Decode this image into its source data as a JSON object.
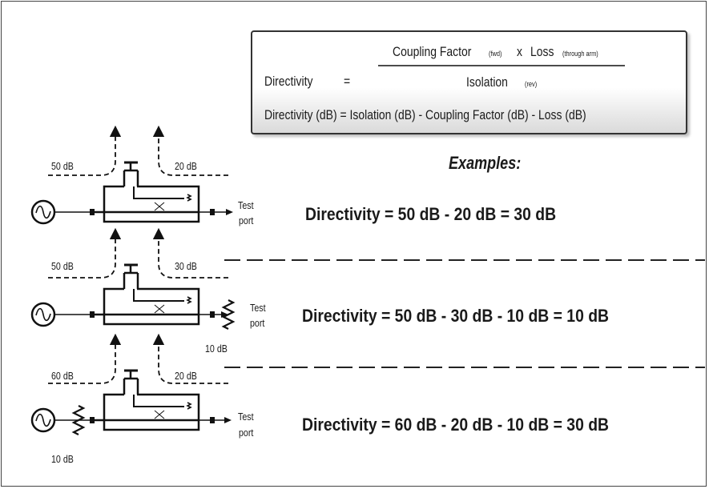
{
  "formula": {
    "lhs": "Directivity",
    "equals": "=",
    "numerator_coupling": "Coupling Factor",
    "numerator_fwd": "(fwd)",
    "numerator_x": "x",
    "numerator_loss": "Loss",
    "numerator_through": "(through arm)",
    "denominator_isolation": "Isolation",
    "denominator_rev": "(rev)",
    "db_formula": "Directivity (dB)  =  Isolation (dB) - Coupling Factor (dB) - Loss (dB)"
  },
  "examples_heading": "Examples:",
  "examples": [
    {
      "isolation_label": "50 dB",
      "coupling_label": "20 dB",
      "port_line1": "Test",
      "port_line2": "port",
      "loss_label": "",
      "equation": "Directivity = 50 dB - 20 dB = 30 dB"
    },
    {
      "isolation_label": "50 dB",
      "coupling_label": "30 dB",
      "port_line1": "Test",
      "port_line2": "port",
      "loss_label": "10 dB",
      "equation": "Directivity = 50 dB - 30 dB - 10 dB = 10 dB"
    },
    {
      "isolation_label": "60 dB",
      "coupling_label": "20 dB",
      "port_line1": "Test",
      "port_line2": "port",
      "loss_label": "10 dB",
      "equation": "Directivity = 60 dB - 20 dB - 10 dB = 30 dB"
    }
  ]
}
